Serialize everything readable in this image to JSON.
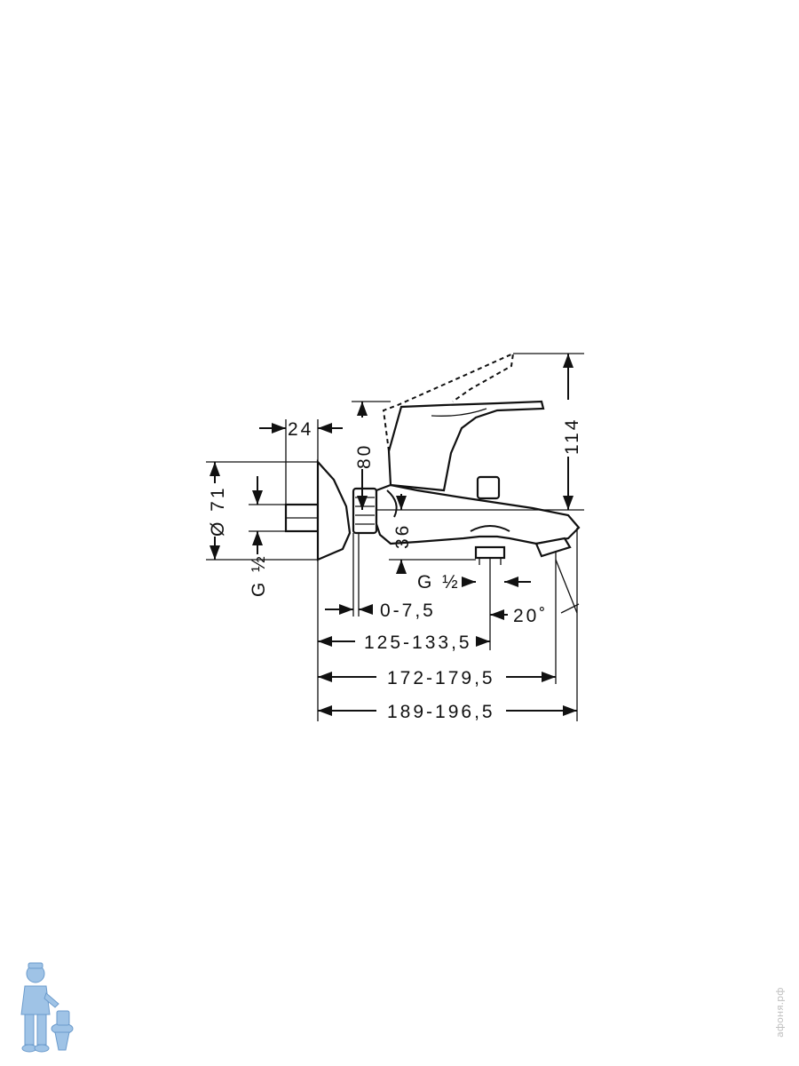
{
  "dimensions": {
    "d_24": "24",
    "d_80": "80",
    "d_114": "114",
    "d_diam71": "Ø 71",
    "d_gthread_left": "G ½",
    "d_36": "36",
    "d_gthread_spout": "G ½",
    "d_0_7_5": "0-7,5",
    "d_20deg": "20˚",
    "d_125": "125-133,5",
    "d_172": "172-179,5",
    "d_189": "189-196,5"
  },
  "watermark": {
    "text": "афоня.рф"
  },
  "colors": {
    "line": "#111111",
    "mascot_blue": "#9fc3e6",
    "watermark": "#c0c0c0"
  },
  "icons": {
    "logo": "plumber-mascot-icon"
  }
}
